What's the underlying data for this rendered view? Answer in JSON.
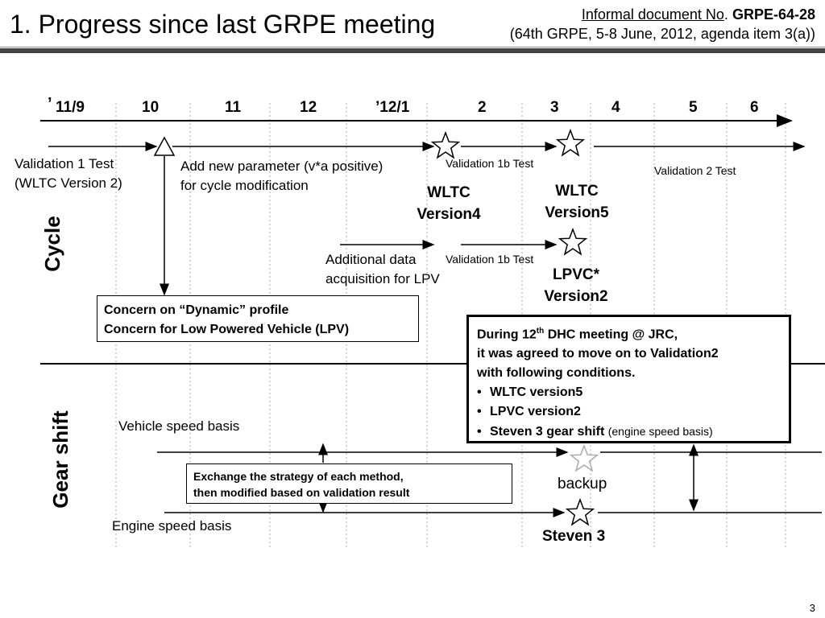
{
  "header": {
    "title": "1. Progress since last GRPE meeting",
    "doc_prefix": "Informal document No",
    "doc_dot": ".",
    "doc_number": "GRPE-64-28",
    "meeting_info": "(64th  GRPE,  5-8 June, 2012, agenda item 3(a))"
  },
  "timeline": {
    "apostrophe": "’",
    "months": [
      "11/9",
      "10",
      "11",
      "12",
      "’12/1",
      "2",
      "3",
      "4",
      "5",
      "6"
    ]
  },
  "cycle": {
    "section_label": "Cycle",
    "validation1_line1": "Validation 1 Test",
    "validation1_line2": "(WLTC Version 2)",
    "add_param_line1": "Add new parameter (v*a positive)",
    "add_param_line2": "for cycle modification",
    "validation1b_a": "Validation 1b Test",
    "validation1b_b": "Validation 1b Test",
    "validation2": "Validation 2 Test",
    "wltc4_line1": "WLTC",
    "wltc4_line2": "Version4",
    "wltc5_line1": "WLTC",
    "wltc5_line2": "Version5",
    "additional_line1": "Additional data",
    "additional_line2": "acquisition for LPV",
    "lpvc_line1": "LPVC*",
    "lpvc_line2": "Version2",
    "concern_line1": "Concern on “Dynamic” profile",
    "concern_line2": "Concern for Low Powered Vehicle (LPV)"
  },
  "agreement": {
    "line1_pre": "During 12",
    "line1_sup": "th",
    "line1_post": " DHC meeting @ JRC,",
    "line2": "it was agreed to move on to Validation2",
    "line3": "with following conditions.",
    "item1": "WLTC version5",
    "item2": "LPVC version2",
    "item3": "Steven 3 gear shift",
    "item3_note": "(engine speed basis)"
  },
  "gearshift": {
    "section_label": "Gear shift",
    "vehicle_basis": "Vehicle speed basis",
    "engine_basis": "Engine speed basis",
    "exchange_line1": "Exchange the strategy of each method,",
    "exchange_line2": "then modified based on validation result",
    "backup": "backup",
    "steven3": "Steven 3"
  },
  "page_number": "3"
}
